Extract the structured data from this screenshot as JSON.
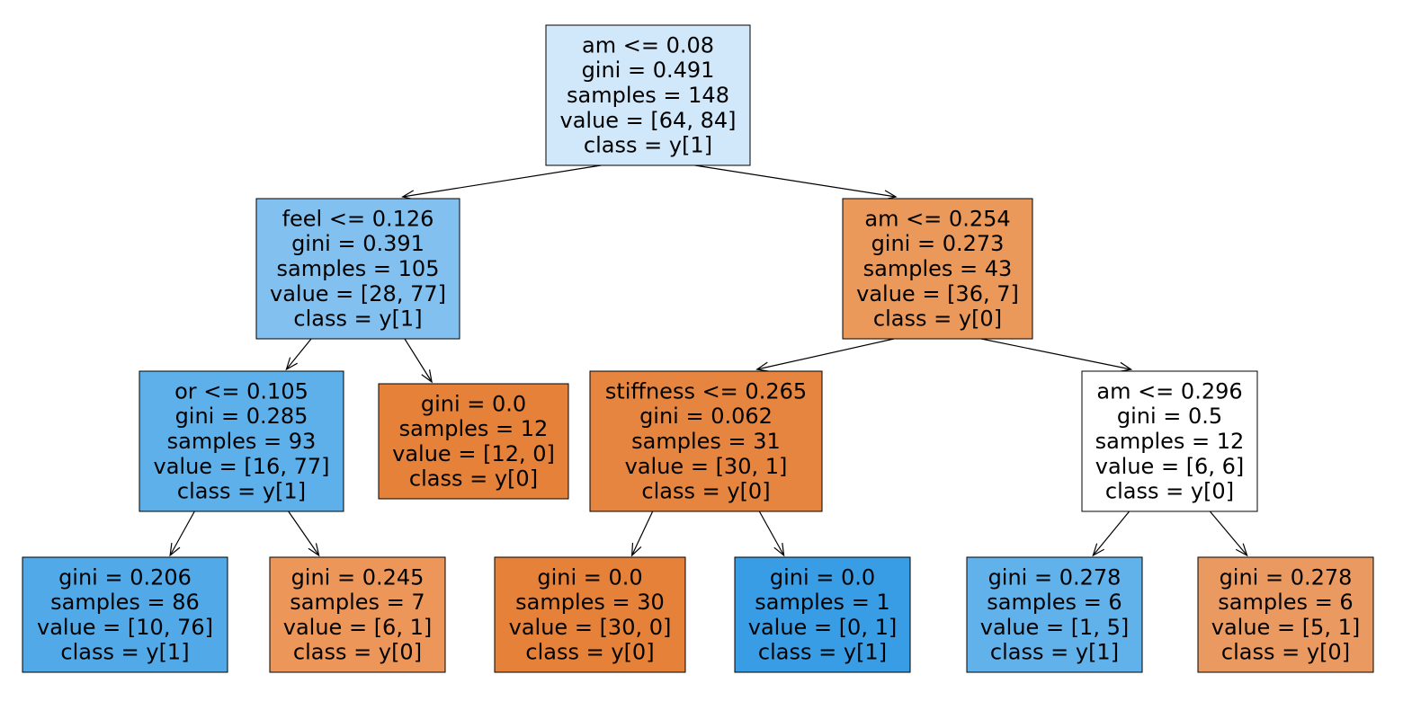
{
  "tree": {
    "nodes": [
      {
        "id": "root",
        "fill": "#d1e8fa",
        "lines": [
          "am <= 0.08",
          "gini = 0.491",
          "samples = 148",
          "value = [64, 84]",
          "class = y[1]"
        ]
      },
      {
        "id": "n1",
        "fill": "#82c1ef",
        "lines": [
          "feel <= 0.126",
          "gini = 0.391",
          "samples = 105",
          "value = [28, 77]",
          "class = y[1]"
        ]
      },
      {
        "id": "n2",
        "fill": "#eb995b",
        "lines": [
          "am <= 0.254",
          "gini = 0.273",
          "samples = 43",
          "value = [36, 7]",
          "class = y[0]"
        ]
      },
      {
        "id": "n3",
        "fill": "#5eb0eb",
        "lines": [
          "or <= 0.105",
          "gini = 0.285",
          "samples = 93",
          "value = [16, 77]",
          "class = y[1]"
        ]
      },
      {
        "id": "n4",
        "fill": "#e58139",
        "lines": [
          "gini = 0.0",
          "samples = 12",
          "value = [12, 0]",
          "class = y[0]"
        ]
      },
      {
        "id": "n5",
        "fill": "#e68540",
        "lines": [
          "stiffness <= 0.265",
          "gini = 0.062",
          "samples = 31",
          "value = [30, 1]",
          "class = y[0]"
        ]
      },
      {
        "id": "n6",
        "fill": "#ffffff",
        "lines": [
          "am <= 0.296",
          "gini = 0.5",
          "samples = 12",
          "value = [6, 6]",
          "class = y[0]"
        ]
      },
      {
        "id": "n7",
        "fill": "#51a9e8",
        "lines": [
          "gini = 0.206",
          "samples = 86",
          "value = [10, 76]",
          "class = y[1]"
        ]
      },
      {
        "id": "n8",
        "fill": "#ec965a",
        "lines": [
          "gini = 0.245",
          "samples = 7",
          "value = [6, 1]",
          "class = y[0]"
        ]
      },
      {
        "id": "n9",
        "fill": "#e58139",
        "lines": [
          "gini = 0.0",
          "samples = 30",
          "value = [30, 0]",
          "class = y[0]"
        ]
      },
      {
        "id": "n10",
        "fill": "#399de5",
        "lines": [
          "gini = 0.0",
          "samples = 1",
          "value = [0, 1]",
          "class = y[1]"
        ]
      },
      {
        "id": "n11",
        "fill": "#61b1ea",
        "lines": [
          "gini = 0.278",
          "samples = 6",
          "value = [1, 5]",
          "class = y[1]"
        ]
      },
      {
        "id": "n12",
        "fill": "#ea9a61",
        "lines": [
          "gini = 0.278",
          "samples = 6",
          "value = [5, 1]",
          "class = y[0]"
        ]
      }
    ],
    "edges": [
      [
        "root",
        "n1"
      ],
      [
        "root",
        "n2"
      ],
      [
        "n1",
        "n3"
      ],
      [
        "n1",
        "n4"
      ],
      [
        "n2",
        "n5"
      ],
      [
        "n2",
        "n6"
      ],
      [
        "n3",
        "n7"
      ],
      [
        "n3",
        "n8"
      ],
      [
        "n5",
        "n9"
      ],
      [
        "n5",
        "n10"
      ],
      [
        "n6",
        "n11"
      ],
      [
        "n6",
        "n12"
      ]
    ]
  }
}
